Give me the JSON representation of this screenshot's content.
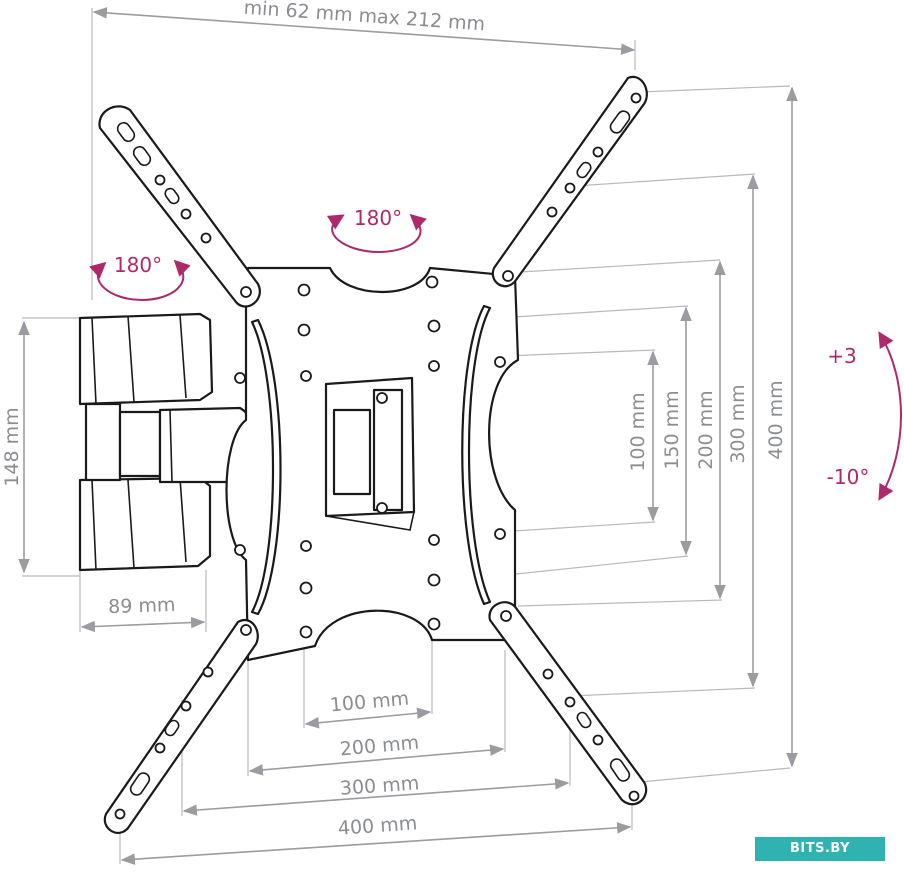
{
  "dimensions": {
    "depth_range": "min 62 mm max 212 mm",
    "height_148": "148 mm",
    "width_89": "89 mm",
    "h_100": "100 mm",
    "h_200": "200 mm",
    "h_300": "300 mm",
    "h_400": "400 mm",
    "v_100": "100 mm",
    "v_150": "150 mm",
    "v_200": "200 mm",
    "v_300": "300 mm",
    "v_400": "400 mm"
  },
  "rotation": {
    "swivel_top": "180°",
    "swivel_arm": "180°",
    "tilt_up": "+3",
    "tilt_down": "-10°"
  },
  "watermark": "BITS.BY",
  "colors": {
    "dimension": "#9a9ca0",
    "rotation": "#b0286c",
    "outline": "#1a1a1a",
    "watermark_bg": "#2fb3b0"
  }
}
